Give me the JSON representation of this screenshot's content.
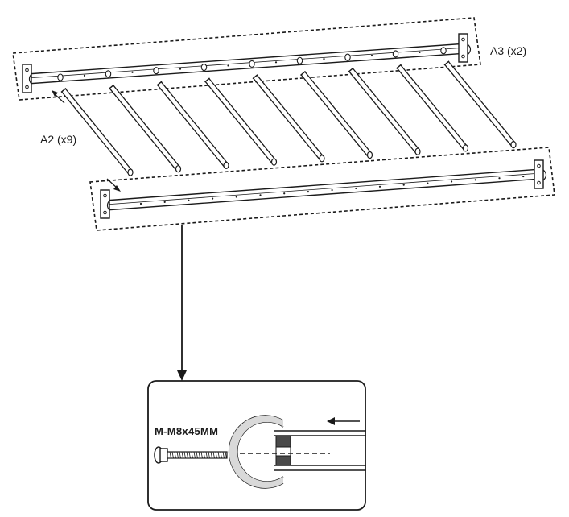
{
  "labels": {
    "a3": "A3 (x2)",
    "a2": "A2 (x9)",
    "screw": "M-M8x45MM"
  },
  "parts": {
    "top_rail": "A3",
    "bottom_rail": "A3",
    "rungs": "A2",
    "rung_count": 9,
    "rail_count": 2
  },
  "colors": {
    "line": "#1a1a1a",
    "fill": "#ffffff"
  },
  "icons": {
    "screw": "bolt-icon",
    "insert_arrow": "arrow-left-icon",
    "connector_arrow": "arrow-down-icon"
  }
}
